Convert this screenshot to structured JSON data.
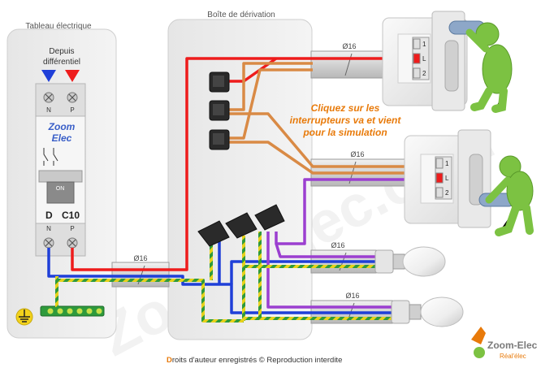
{
  "panel": {
    "title": "Tableau électrique",
    "source_label_1": "Depuis",
    "source_label_2": "différentiel",
    "breaker": {
      "brand_1": "Zoom",
      "brand_2": "Elec",
      "on_label": "ON",
      "curve": "D",
      "rating": "C10",
      "terminal_n": "N",
      "terminal_p": "P"
    }
  },
  "box": {
    "title": "Boîte de dérivation"
  },
  "conduit": {
    "label": "Ø16"
  },
  "switch": {
    "terminal_1": "1",
    "terminal_l": "L",
    "terminal_2": "2"
  },
  "instructions": {
    "line1": "Cliquez sur les",
    "line2": "interrupteurs va et vient",
    "line3": "pour la simulation"
  },
  "watermark": "Zoom-Elec.com",
  "footer": {
    "copyright_initial": "D",
    "copyright_rest": "roits d'auteur enregistrés © Reproduction interdite",
    "logo_name": "Zoom-Elec",
    "logo_tagline": "Réal'élec"
  },
  "colors": {
    "phase": "#ee1c1c",
    "neutral": "#1f3fd8",
    "earth_yellow": "#e8d21a",
    "earth_green": "#2e9a3c",
    "traveler": "#d98a45",
    "return": "#9b3fd0",
    "accent_orange": "#e87a0a",
    "figure_green": "#7cc242"
  }
}
